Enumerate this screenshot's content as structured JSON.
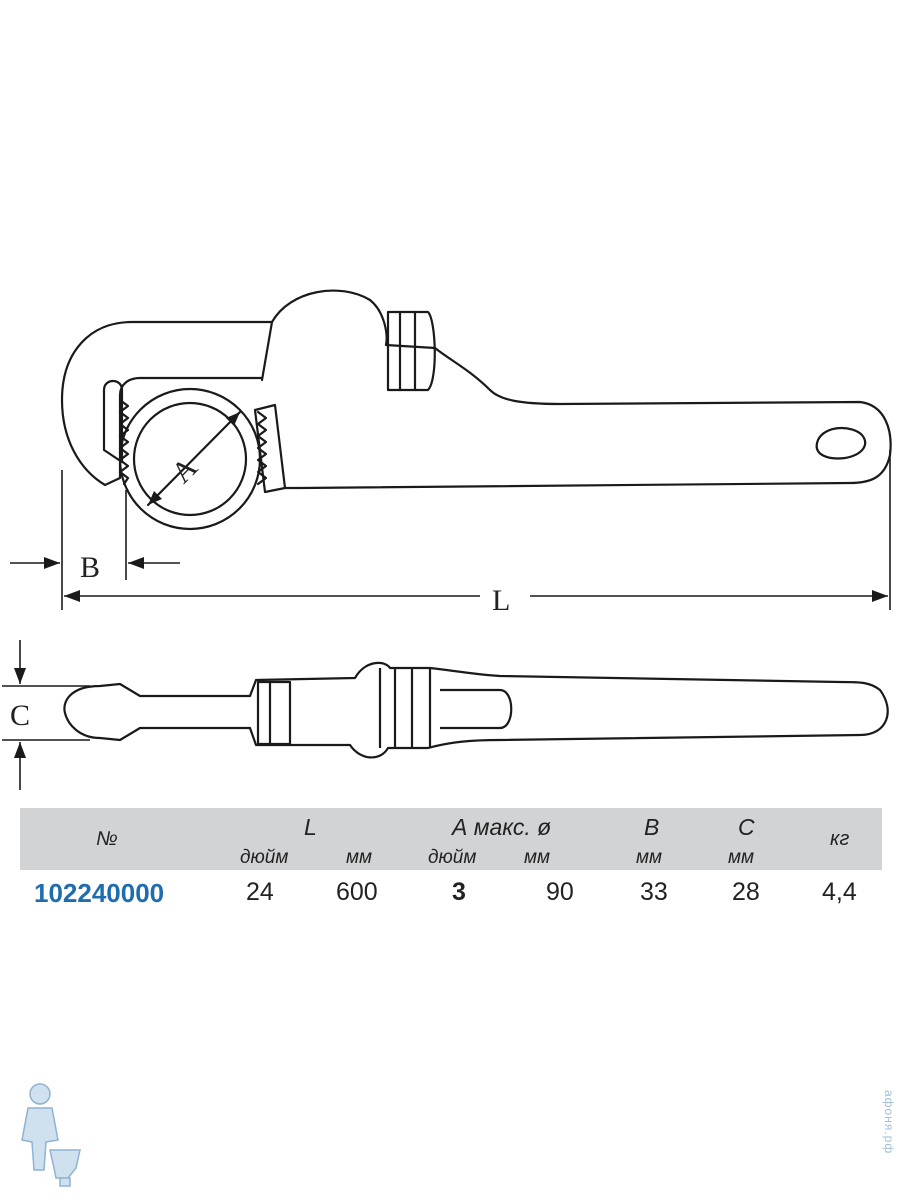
{
  "dims": {
    "A": "A",
    "B": "B",
    "L": "L",
    "C": "C"
  },
  "table": {
    "header": {
      "no": "№",
      "L": "L",
      "L_inch": "дюйм",
      "L_mm": "мм",
      "A": "А макс. ø",
      "A_inch": "дюйм",
      "A_mm": "мм",
      "B": "B",
      "B_mm": "мм",
      "C": "C",
      "C_mm": "мм",
      "kg": "кг"
    },
    "row": {
      "part_no": "102240000",
      "L_inch": "24",
      "L_mm": "600",
      "A_inch": "3",
      "A_mm": "90",
      "B_mm": "33",
      "C_mm": "28",
      "kg": "4,4"
    }
  },
  "watermark": "афоня.рф",
  "colors": {
    "accent": "#1f6cb0",
    "header_bg": "#d2d3d5",
    "watermark": "#9fbfd8"
  },
  "icons": {
    "mascot": "plumber-mascot-icon"
  }
}
